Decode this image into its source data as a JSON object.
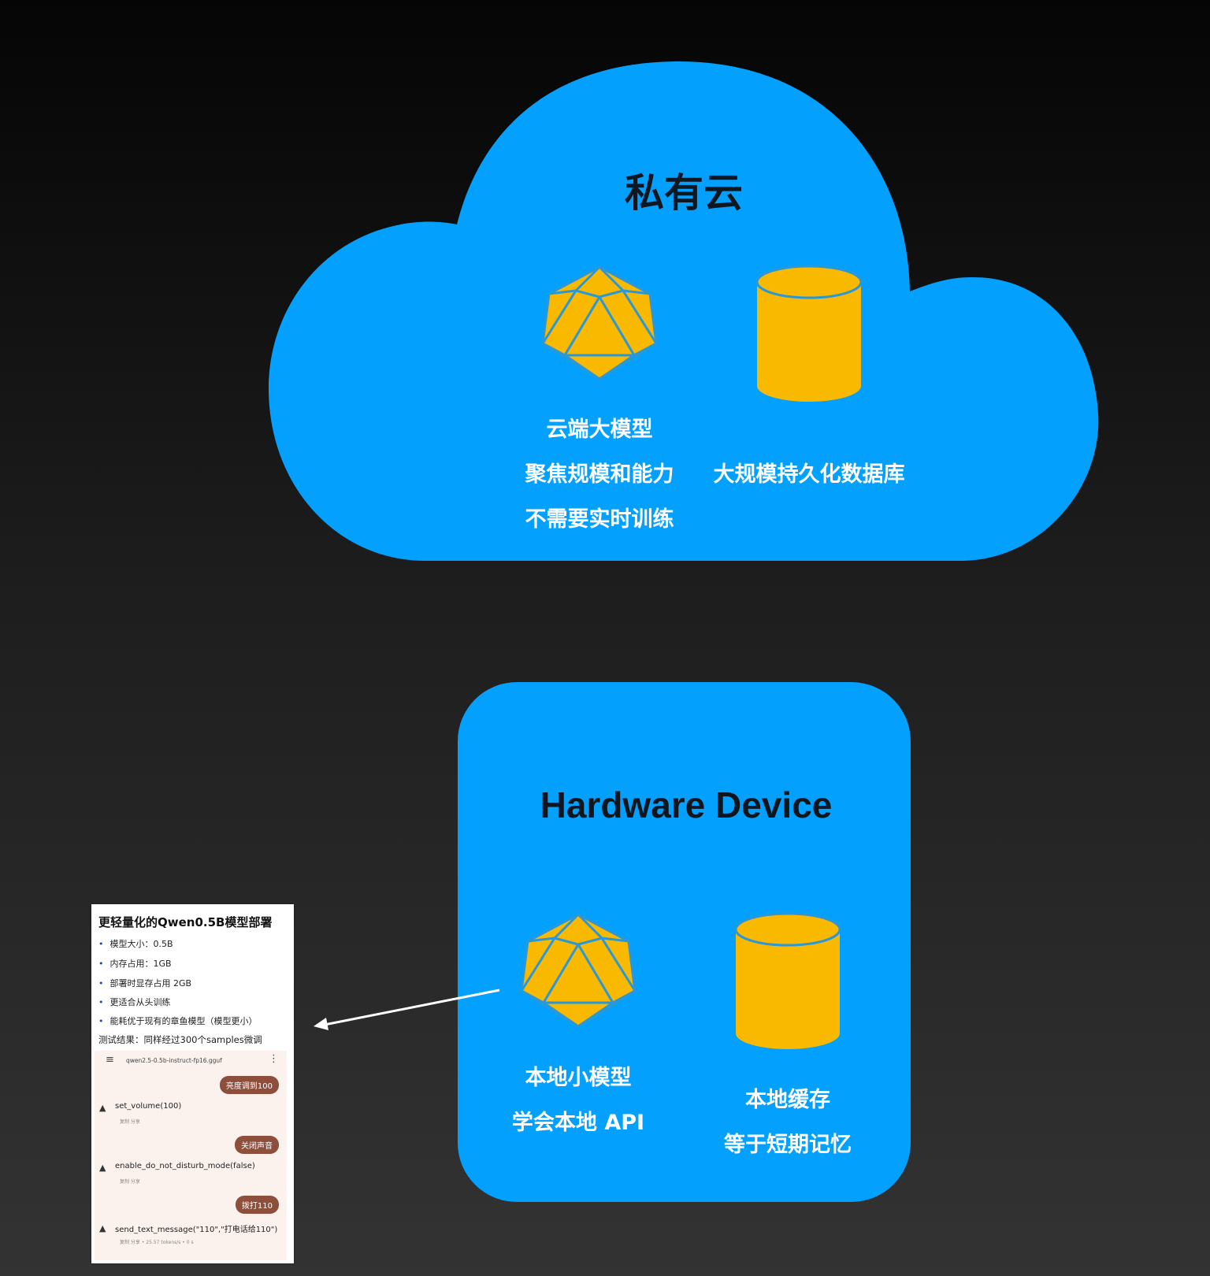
{
  "colors": {
    "background": "#141414",
    "cloud": "#03a1fd",
    "device": "#03a1fd",
    "icon_fill": "#f8b900",
    "icon_stroke": "#2a98d8",
    "chat_pill": "#8e4e3c",
    "bullet": "#1d3fd8"
  },
  "cloud": {
    "title": "私有云",
    "model_icon": "icosahedron-icon",
    "db_icon": "database-cylinder-icon",
    "model_label": "云端大模型",
    "model_line1": "聚焦规模和能力",
    "model_line2": "不需要实时训练",
    "db_label": "大规模持久化数据库"
  },
  "device": {
    "title": "Hardware Device",
    "model_icon": "icosahedron-icon",
    "db_icon": "database-cylinder-icon",
    "model_label": "本地小模型",
    "model_line1": "学会本地 API",
    "cache_label": "本地缓存",
    "cache_line1": "等于短期记忆"
  },
  "screenshot": {
    "title": "更轻量化的Qwen0.5B模型部署",
    "bullets": [
      "模型大小：0.5B",
      "内存占用：1GB",
      "部署时显存占用 2GB",
      "更适合从头训练",
      "能耗优于现有的章鱼模型（模型更小）"
    ],
    "result": "测试结果：同样经过300个samples微调",
    "chat": {
      "model_file": "qwen2.5-0.5b-instruct-fp16.gguf",
      "messages": [
        {
          "user": "亮度调到100",
          "reply": "set_volume(100)",
          "meta": "复制   分享"
        },
        {
          "user": "关闭声音",
          "reply": "enable_do_not_disturb_mode(false)",
          "meta": "复制   分享"
        },
        {
          "user": "拨打110",
          "reply": "send_text_message(\"110\",\"打电话给110\")",
          "meta": "复制   分享  •  25.57 tokens/s  •  0 s"
        }
      ]
    }
  }
}
